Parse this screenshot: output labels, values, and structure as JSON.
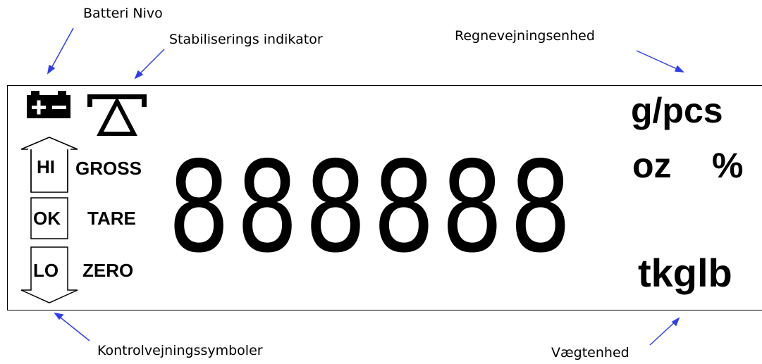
{
  "callouts": {
    "battery_level": "Batteri Nivo",
    "stability_indicator": "Stabiliserings indikator",
    "counting_unit": "Regnevejningsenhed",
    "checkweigh_symbols": "Kontrolvejningssymboler",
    "weight_unit": "Vægtenhed"
  },
  "display": {
    "digits": "888888",
    "hi_label": "HI",
    "ok_label": "OK",
    "lo_label": "LO",
    "gross_label": "GROSS",
    "tare_label": "TARE",
    "zero_label": "ZERO",
    "unit_gpcs": "g/pcs",
    "unit_oz": "oz",
    "unit_percent": "%",
    "unit_weight": "tkglb"
  },
  "icons": {
    "battery": "battery-icon",
    "stability": "stability-triangle-icon",
    "hi_arrow": "up-arrow-icon",
    "ok_box": "ok-box-icon",
    "lo_arrow": "down-arrow-icon"
  },
  "colors": {
    "arrow": "#2f3fe8",
    "ink": "#000000",
    "background": "#ffffff"
  }
}
